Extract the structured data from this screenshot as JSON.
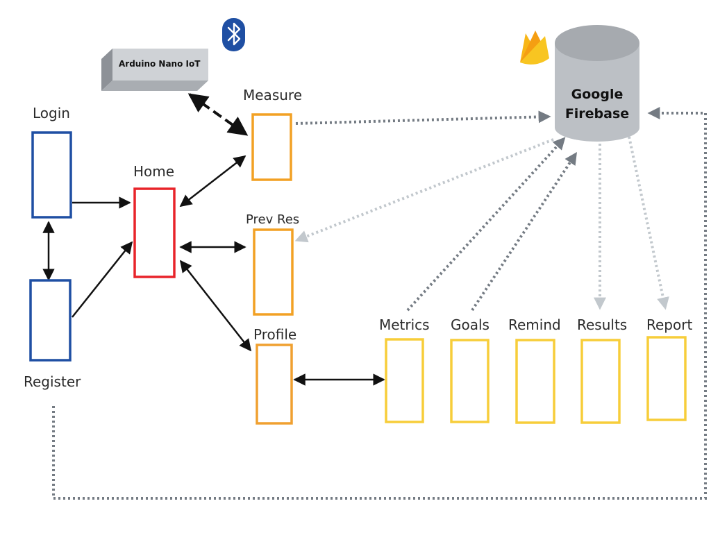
{
  "nodes": {
    "login": "Login",
    "register": "Register",
    "home": "Home",
    "measure": "Measure",
    "prev_res": "Prev Res",
    "profile": "Profile",
    "metrics": "Metrics",
    "goals": "Goals",
    "remind": "Remind",
    "results": "Results",
    "report": "Report"
  },
  "device": {
    "label": "Arduino Nano IoT",
    "connection_icon": "bluetooth-icon"
  },
  "database": {
    "line1": "Google",
    "line2": "Firebase",
    "logo_icon": "firebase-icon"
  },
  "colors": {
    "auth": "#1f4fa3",
    "home": "#e8242a",
    "primary_screen": "#f2a124",
    "profile_screen": "#f0a030",
    "sub_screen": "#f7cd3a",
    "db": "#bcc0c5",
    "dark_dotted": "#747b83",
    "light_dotted": "#c2c8cd",
    "bluetooth": "#1f4fa3"
  }
}
